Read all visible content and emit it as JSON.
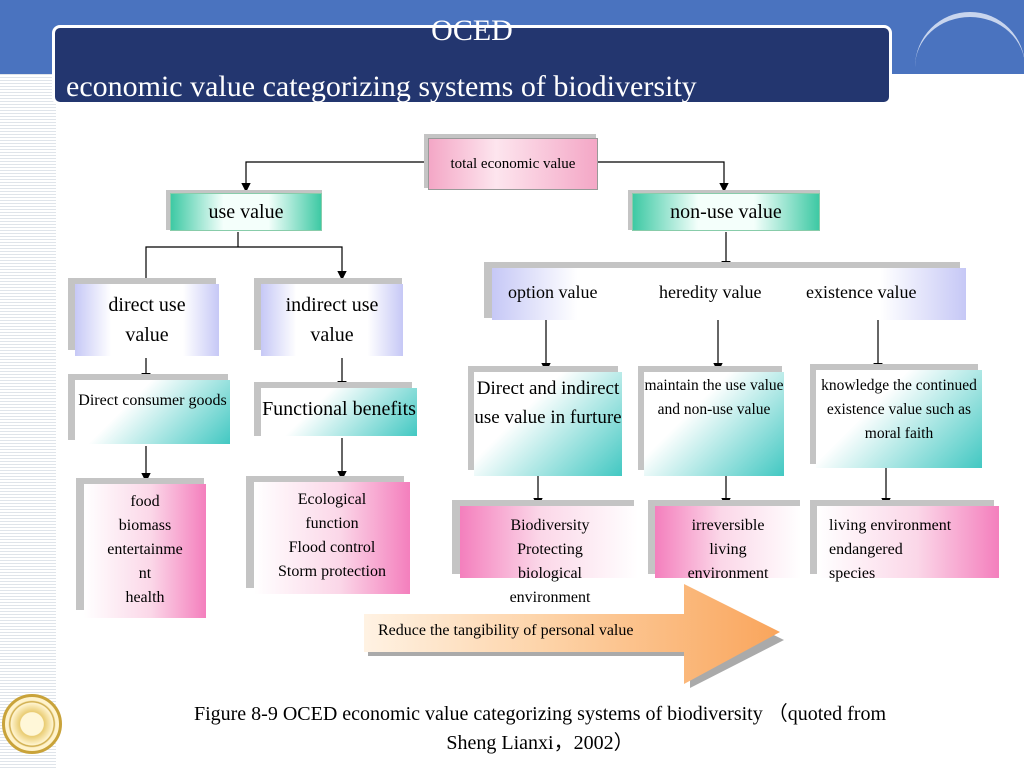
{
  "title": {
    "line1": "OCED",
    "line2": "economic value categorizing systems of biodiversity"
  },
  "nodes": {
    "total": "total economic value",
    "use": "use value",
    "nonuse": "non-use value",
    "direct_use": "direct use value",
    "indirect_use": "indirect use value",
    "option": "option value",
    "heredity": "heredity value",
    "existence": "existence value",
    "direct_consumer": "Direct consumer goods",
    "functional": "Functional benefits",
    "future": "Direct and indirect use value in furture",
    "maintain": "maintain the use value and non-use value",
    "knowledge": "knowledge the continued existence value such as moral faith",
    "food_lines": [
      "food",
      "biomass",
      "entertainme",
      "nt",
      "health"
    ],
    "eco_lines": [
      "Ecological",
      "function",
      "Flood control",
      "Storm protection"
    ],
    "bio_lines": [
      "Biodiversity",
      "Protecting",
      "biological",
      "environment"
    ],
    "irr_lines": [
      "irreversible",
      "living",
      "environment"
    ],
    "living_lines": [
      "living environment",
      "endangered",
      "species"
    ]
  },
  "arrow_label": "Reduce the tangibility  of personal value",
  "caption": {
    "line1": "Figure 8-9  OCED economic value categorizing systems of biodiversity （quoted from",
    "line2": "Sheng Lianxi，2002）"
  },
  "colors": {
    "header_blue": "#4a73bf",
    "title_navy": "#23366f",
    "teal": "#3ec9a4",
    "pink": "#f47fbd",
    "lavender": "#c6c8f6",
    "arrow_orange": "#fbb97a"
  }
}
